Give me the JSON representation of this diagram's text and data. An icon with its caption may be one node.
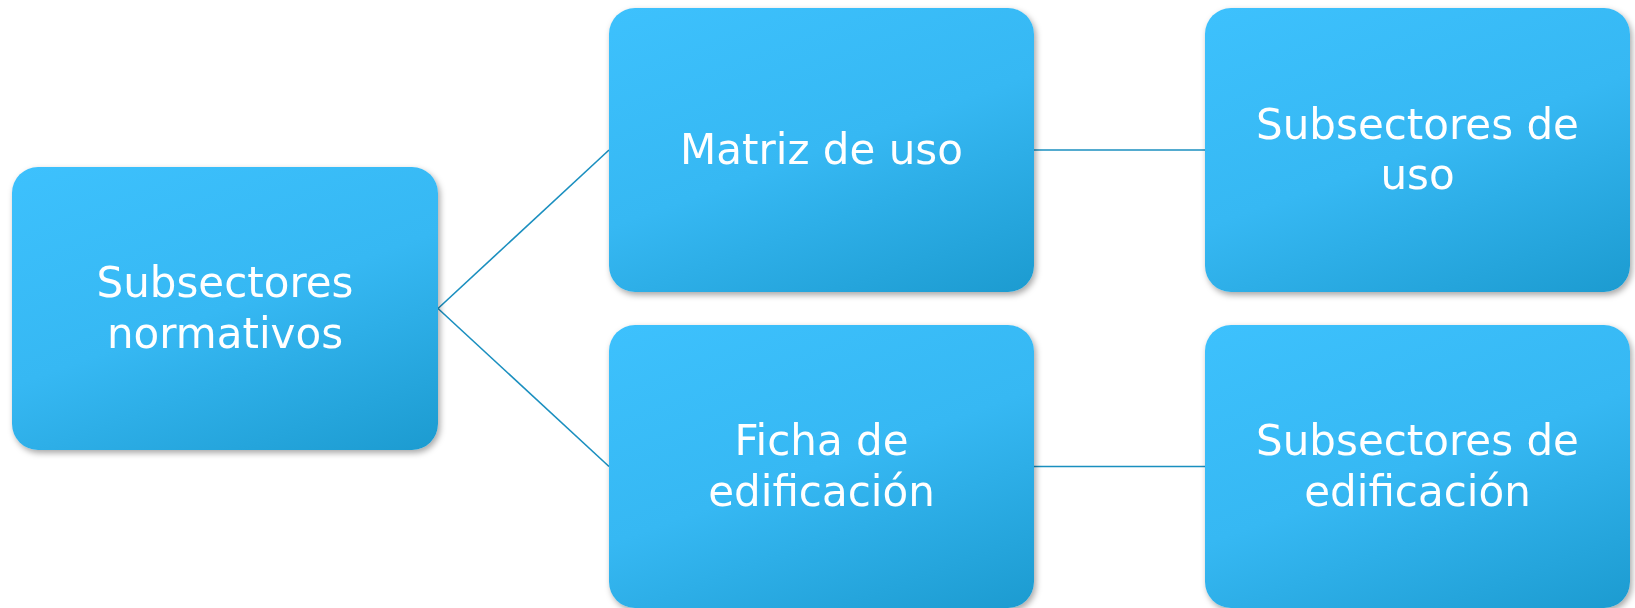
{
  "diagram": {
    "nodes": [
      {
        "text": [
          "Subsectores normativos"
        ]
      },
      {
        "text": [
          "Matriz de uso"
        ]
      },
      {
        "text": [
          "Ficha de edificación"
        ]
      },
      {
        "text": [
          "Subsectores de uso"
        ]
      },
      {
        "text": [
          "Subsectores de edificación"
        ]
      }
    ],
    "edges": [
      {
        "from": 0,
        "to": 1,
        "arrow": "none"
      },
      {
        "from": 0,
        "to": 2,
        "arrow": "none"
      },
      {
        "from": 1,
        "to": 3,
        "arrow": "none"
      },
      {
        "from": 2,
        "to": 4,
        "arrow": "none"
      }
    ]
  }
}
